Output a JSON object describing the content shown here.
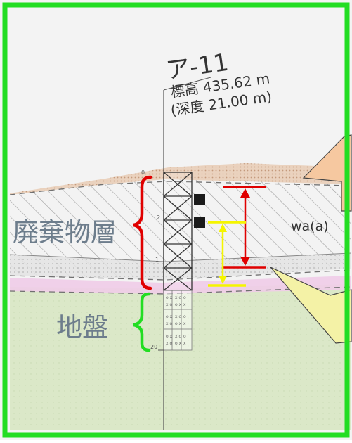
{
  "borehole": {
    "id": "ア-11",
    "elevation": "標高 435.62 m",
    "depth": "(深度 21.00 m)"
  },
  "layers": {
    "waste_label": "廃棄物層",
    "ground_label": "地盤",
    "waste_code": "wa(a)"
  },
  "depth_ticks": [
    "0",
    "2",
    "1",
    "20"
  ],
  "colors": {
    "frame": "#22dd22",
    "red_marker": "#e00000",
    "yellow_marker": "#f5f500",
    "callout_orange": "#f6c8a0",
    "callout_yellow": "#f4f2a6",
    "ground_green": "#dbe8c8",
    "pink_band": "#f0cce8"
  }
}
